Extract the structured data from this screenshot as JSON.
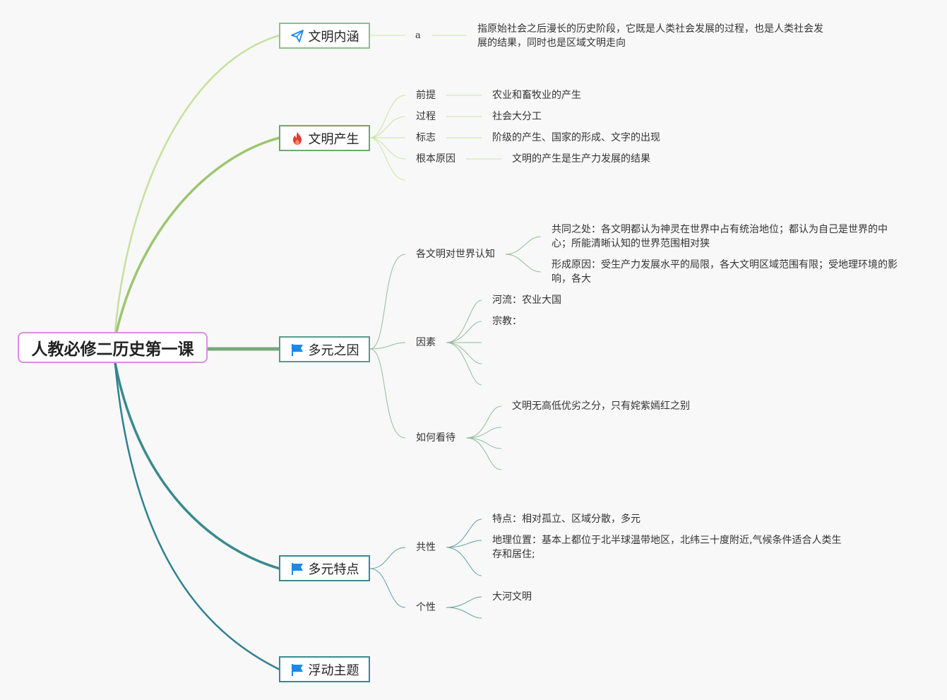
{
  "root": {
    "title": "人教必修二历史第一课"
  },
  "topics": [
    {
      "label": "文明内涵",
      "icon": "paper-plane-icon"
    },
    {
      "label": "文明产生",
      "icon": "fire-icon"
    },
    {
      "label": "多元之因",
      "icon": "flag-icon"
    },
    {
      "label": "多元特点",
      "icon": "flag-icon"
    },
    {
      "label": "浮动主题",
      "icon": "flag-icon"
    }
  ],
  "neihan": {
    "key": "a",
    "text": "指原始社会之后漫长的历史阶段，它既是人类社会发展的过程，也是人类社会发展的结果，同时也是区域文明走向"
  },
  "chansheng": [
    {
      "label": "前提",
      "value": "农业和畜牧业的产生"
    },
    {
      "label": "过程",
      "value": "社会大分工"
    },
    {
      "label": "标志",
      "value": "阶级的产生、国家的形成、文字的出现"
    },
    {
      "label": "根本原因",
      "value": "文明的产生是生产力发展的结果"
    }
  ],
  "duoyuan_yin": {
    "renzhi": {
      "label": "各文明对世界认知",
      "items": [
        "共同之处：各文明都认为神灵在世界中占有统治地位；都认为自己是世界的中心；所能清晰认知的世界范围相对狭",
        "形成原因：受生产力发展水平的局限，各大文明区域范围有限；受地理环境的影响，各大"
      ]
    },
    "yinsu": {
      "label": "因素",
      "items": [
        "河流：农业大国",
        "宗教："
      ]
    },
    "kandai": {
      "label": "如何看待",
      "items": [
        "文明无高低优劣之分，只有姹紫嫣红之别"
      ]
    }
  },
  "duoyuan_tedian": {
    "gongxing": {
      "label": "共性",
      "items": [
        "特点：相对孤立、区域分散，多元",
        "地理位置：基本上都位于北半球温带地区，北纬三十度附近,气候条件适合人类生存和居住;"
      ]
    },
    "gexing": {
      "label": "个性",
      "items": [
        "大河文明"
      ]
    }
  },
  "colors": {
    "branch_light": "#c3df9c",
    "branch_mid": "#9dc67a",
    "branch_green": "#7aa77a",
    "branch_teal": "#3a8a8c",
    "root_border": "#d98ee0",
    "icon_blue": "#1e88e5",
    "icon_fire": "#e53935"
  }
}
